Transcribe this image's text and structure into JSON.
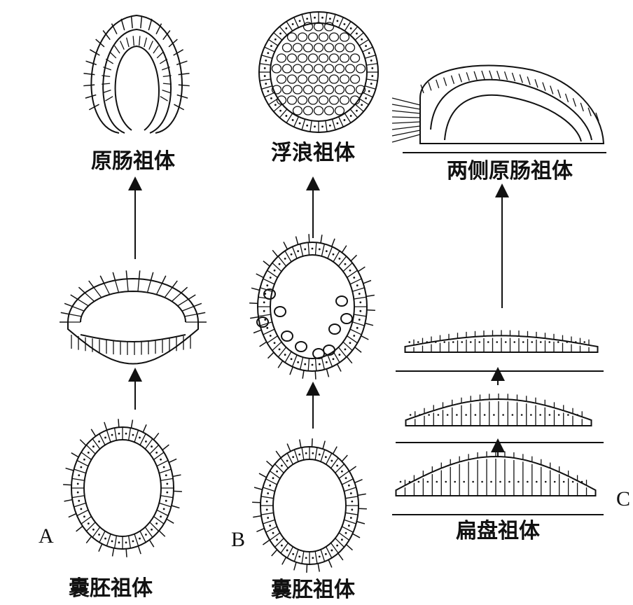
{
  "labels": {
    "a_bottom": "囊胚祖体",
    "a_top": "原肠祖体",
    "b_bottom": "囊胚祖体",
    "b_top": "浮浪祖体",
    "c_bottom": "扁盘祖体",
    "c_top": "两侧原肠祖体"
  },
  "letters": {
    "a": "A",
    "b": "B",
    "c": "C"
  }
}
